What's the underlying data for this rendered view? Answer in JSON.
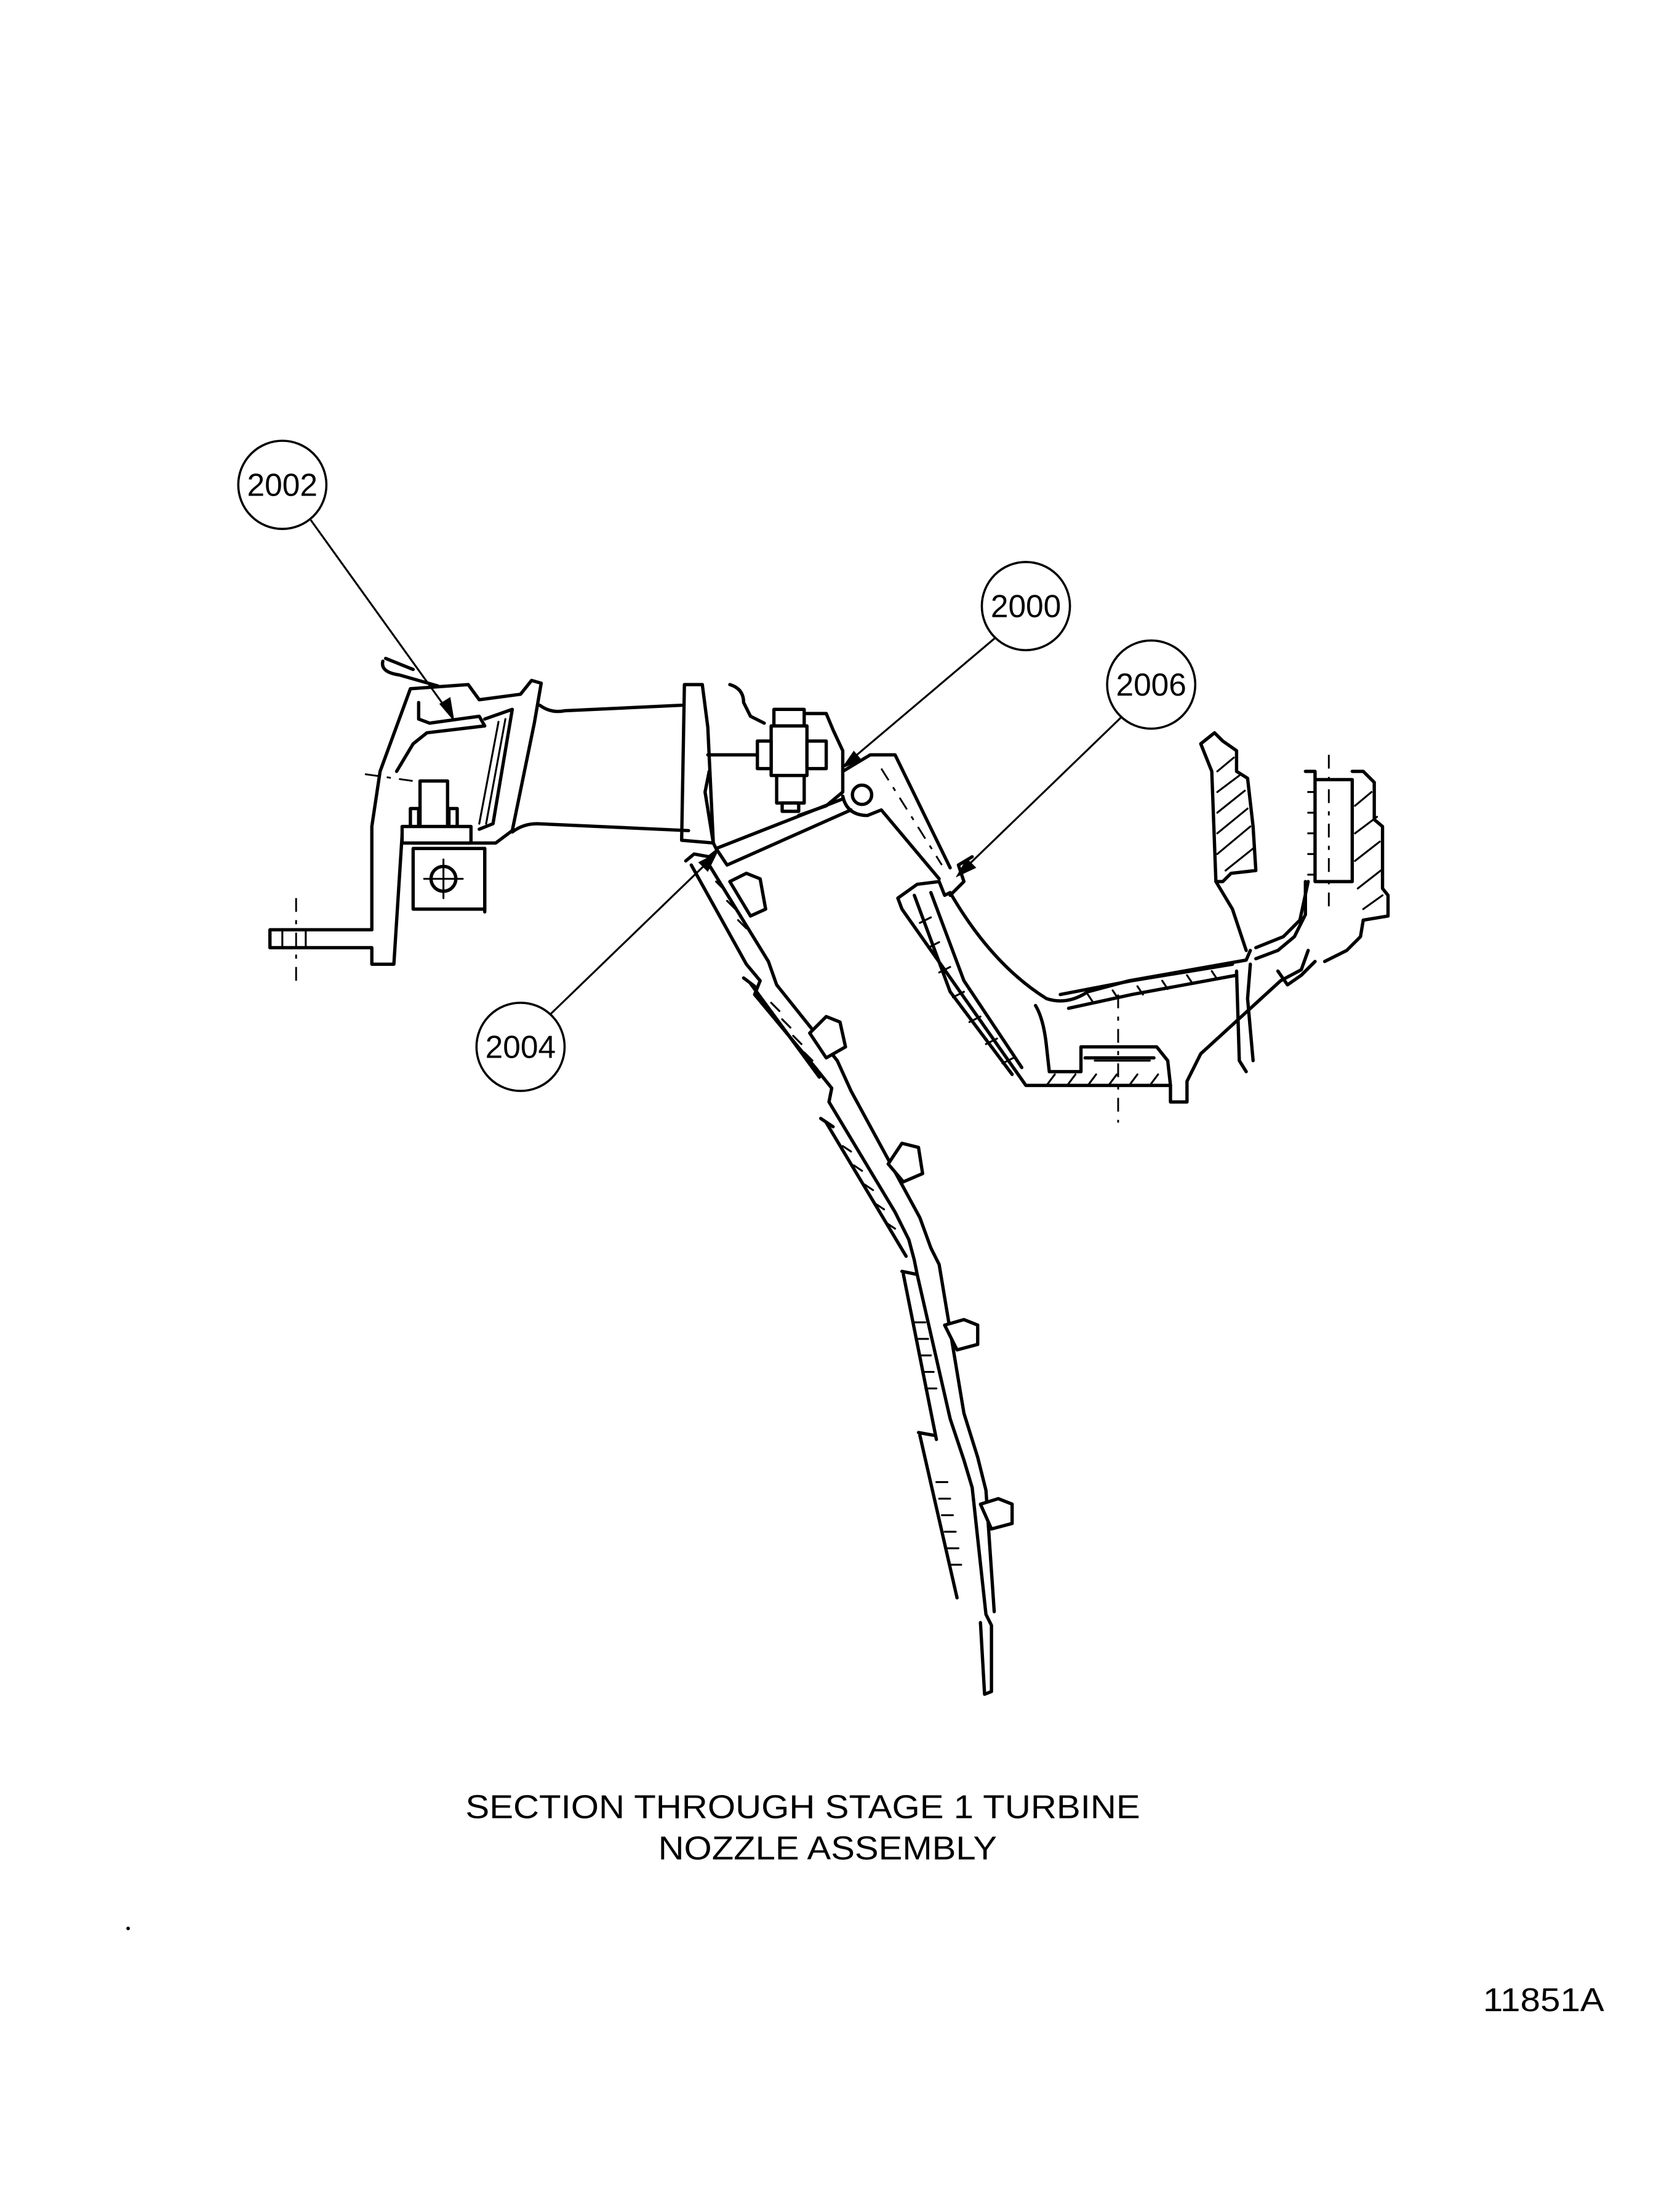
{
  "figure": {
    "callouts": [
      {
        "label": "2002"
      },
      {
        "label": "2000"
      },
      {
        "label": "2006"
      },
      {
        "label": "2004"
      }
    ],
    "caption_line1": "SECTION THROUGH STAGE 1 TURBINE",
    "caption_line2": "NOZZLE ASSEMBLY",
    "figure_number": "11851A",
    "line_color": "#000000",
    "background_color": "#ffffff"
  }
}
